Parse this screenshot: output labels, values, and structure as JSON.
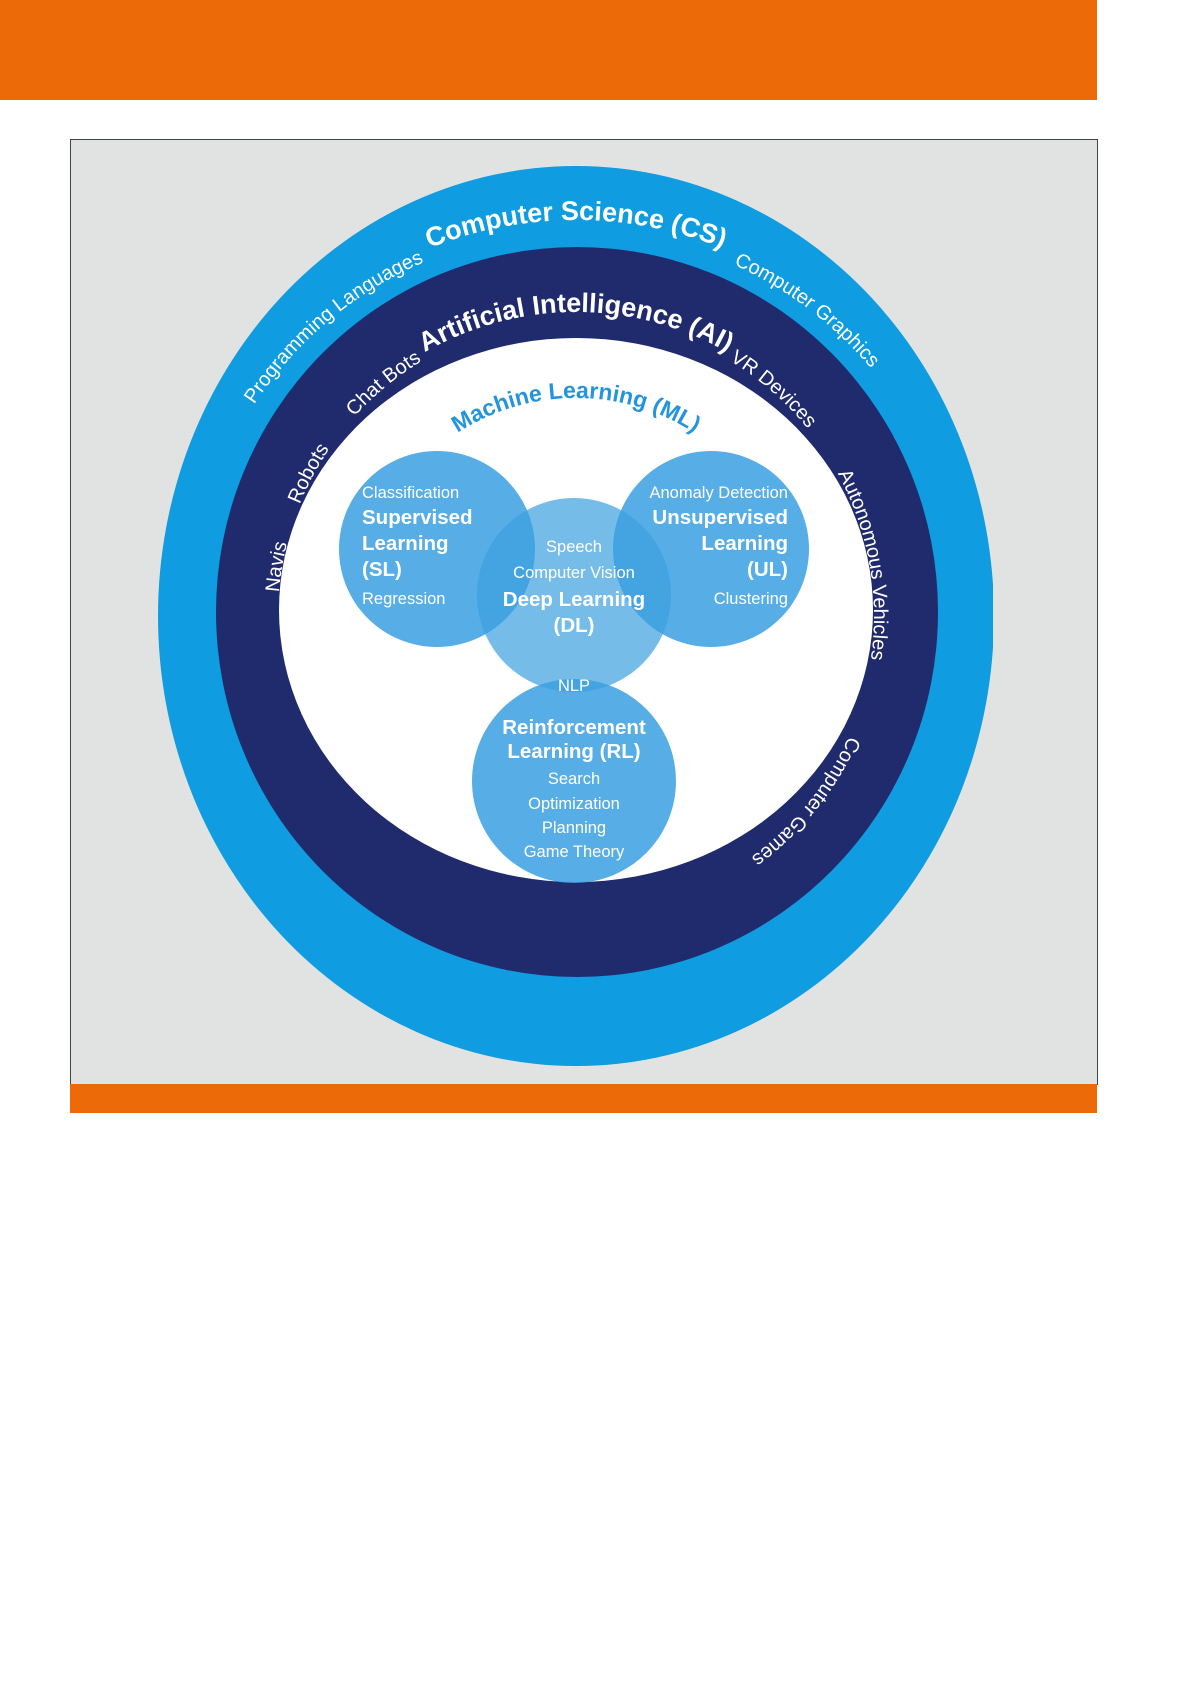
{
  "colors": {
    "accent_orange": "#ec6a07",
    "outer_ring": "#0f9ce0",
    "ai_ring": "#1f2b6c",
    "sub_circle": "#3a9fe0"
  },
  "diagram": {
    "cs": {
      "title": "Computer Science (CS)",
      "items": [
        "Programming Languages",
        "Computer Graphics"
      ]
    },
    "ai": {
      "title": "Artificial Intelligence (AI)",
      "items": [
        "Navis",
        "Robots",
        "Chat Bots",
        "VR Devices",
        "Autonomous Vehicles",
        "Computer Games"
      ]
    },
    "ml": {
      "title": "Machine Learning (ML)"
    },
    "sl": {
      "top": "Classification",
      "title": [
        "Supervised",
        "Learning",
        "(SL)"
      ],
      "bottom": "Regression"
    },
    "ul": {
      "top": "Anomaly Detection",
      "title": [
        "Unsupervised",
        "Learning",
        "(UL)"
      ],
      "bottom": "Clustering"
    },
    "dl": {
      "items": [
        "Speech",
        "Computer Vision"
      ],
      "title": [
        "Deep Learning",
        "(DL)"
      ],
      "overlap": "NLP"
    },
    "rl": {
      "title": [
        "Reinforcement",
        "Learning (RL)"
      ],
      "items": [
        "Search",
        "Optimization",
        "Planning",
        "Game Theory"
      ]
    }
  }
}
